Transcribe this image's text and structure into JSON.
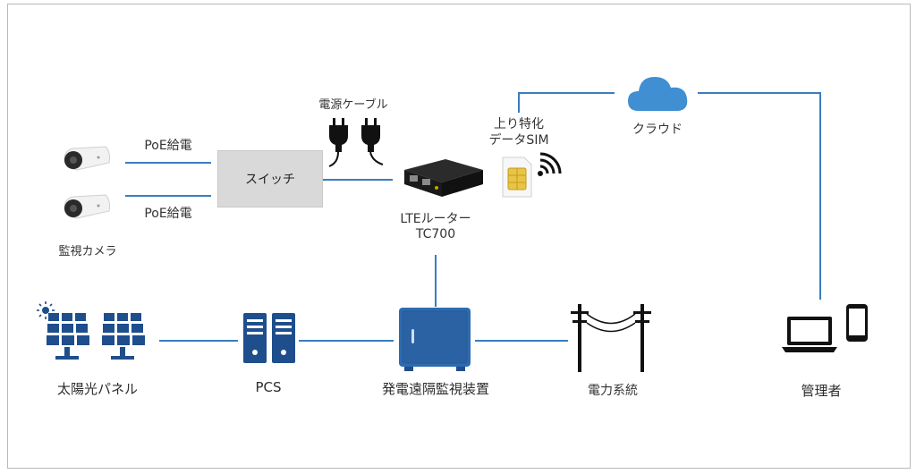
{
  "labels": {
    "camera_poe_top": "PoE給電",
    "camera_poe_bottom": "PoE給電",
    "camera": "監視カメラ",
    "switch": "スイッチ",
    "power_cable": "電源ケーブル",
    "router_line1": "LTEルーター",
    "router_line2": "TC700",
    "sim_line1": "上り特化",
    "sim_line2": "データSIM",
    "cloud": "クラウド",
    "solar": "太陽光パネル",
    "pcs": "PCS",
    "monitor": "発電遠隔監視装置",
    "grid": "電力系統",
    "admin": "管理者"
  },
  "colors": {
    "line_blue": "#3a7dbf",
    "icon_navy": "#1f4e8c",
    "cloud_blue": "#3f8fd2",
    "switch_gray": "#d9d9d9"
  },
  "icons": [
    "sun-icon",
    "solar-panel-icon",
    "server-icon",
    "cabinet-icon",
    "power-pole-icon",
    "laptop-icon",
    "smartphone-icon",
    "cloud-icon",
    "plug-icon",
    "wifi-icon",
    "sim-card-icon",
    "camera-icon",
    "router-icon"
  ]
}
